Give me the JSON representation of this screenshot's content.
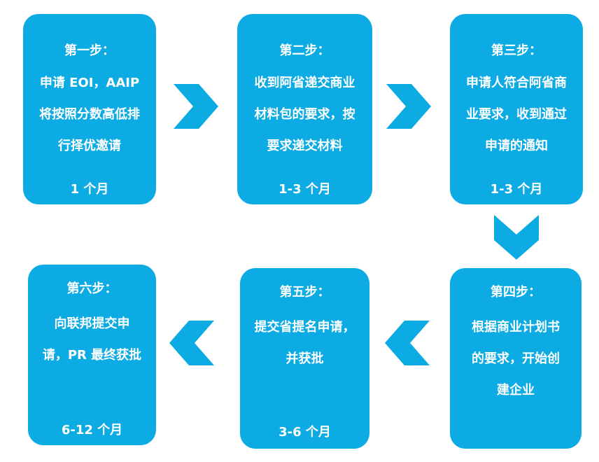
{
  "colors": {
    "box": "#0cabe4",
    "arrow": "#0cabe4",
    "text": "#ffffff"
  },
  "steps": [
    {
      "title": "第一步：",
      "lines": [
        "申请 EOI，AAIP",
        "将按照分数高低排",
        "行择优邀请"
      ],
      "duration": "1 个月"
    },
    {
      "title": "第二步：",
      "lines": [
        "收到阿省递交商业",
        "材料包的要求，按",
        "要求递交材料"
      ],
      "duration": "1-3 个月"
    },
    {
      "title": "第三步：",
      "lines": [
        "申请人符合阿省商",
        "业要求，收到通过",
        "申请的通知"
      ],
      "duration": "1-3 个月"
    },
    {
      "title": "第四步：",
      "lines": [
        "根据商业计划书",
        "的要求，开始创",
        "建企业"
      ],
      "duration": ""
    },
    {
      "title": "第五步：",
      "lines": [
        "提交省提名申请，",
        "并获批"
      ],
      "duration": "3-6 个月"
    },
    {
      "title": "第六步：",
      "lines": [
        "向联邦提交申",
        "请，PR 最终获批"
      ],
      "duration": "6-12 个月"
    }
  ],
  "arrows": [
    "chevron-right-icon",
    "chevron-right-icon",
    "chevron-down-icon",
    "chevron-left-icon",
    "chevron-left-icon"
  ]
}
